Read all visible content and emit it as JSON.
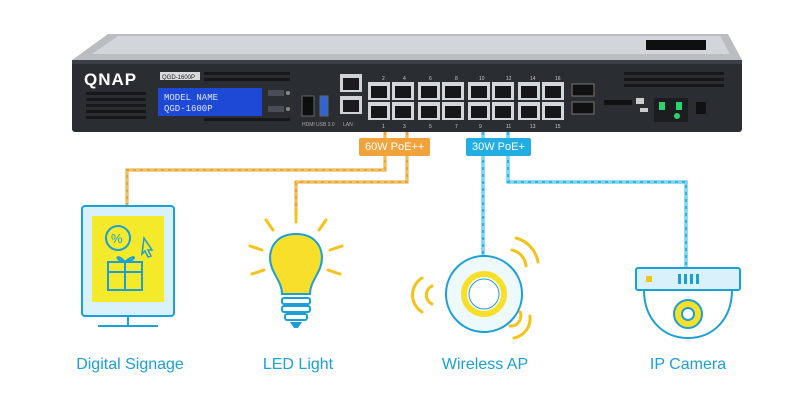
{
  "device": {
    "brand": "QNAP",
    "model_badge": "QGD-1600P",
    "lcd_line1": "MODEL NAME",
    "lcd_line2": "QGD-1600P",
    "port_label_hdmi": "HDMI",
    "port_label_usb": "USB 3.0",
    "port_label_lan": "LAN",
    "port_numbers_top": [
      "2",
      "4",
      "6",
      "8",
      "10",
      "12",
      "14",
      "16"
    ],
    "port_numbers_bottom": [
      "1",
      "3",
      "5",
      "7",
      "9",
      "11",
      "13",
      "15"
    ]
  },
  "poe": {
    "orange_label": "60W PoE++",
    "blue_label": "30W PoE+",
    "orange_color": "#f5a623",
    "blue_color": "#29b6e6"
  },
  "devices": [
    {
      "name": "Digital Signage",
      "icon": "digital-signage-icon"
    },
    {
      "name": "LED Light",
      "icon": "led-light-icon"
    },
    {
      "name": "Wireless AP",
      "icon": "wireless-ap-icon"
    },
    {
      "name": "IP Camera",
      "icon": "ip-camera-icon"
    }
  ]
}
